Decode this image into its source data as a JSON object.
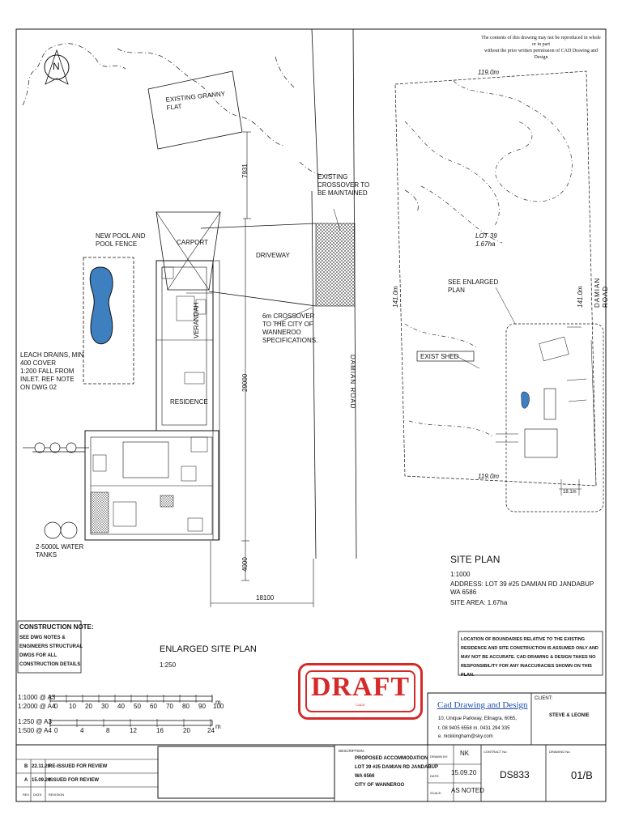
{
  "copyright": "The contents of this drawing may not be reproduced in whole or in part\nwithout the prior written permission of CAD Drawing and Design",
  "north_label": "N",
  "enlarged": {
    "granny_flat": "EXISTING GRANNY\nFLAT",
    "existing_crossover": "EXISTING\nCROSSOVER TO\nBE MAINTAINED",
    "carport": "CARPORT",
    "driveway": "DRIVEWAY",
    "pool": "NEW POOL AND\nPOOL FENCE",
    "crossover_6m": "6m CROSSOVER\nTO THE CITY OF\nWANNEROO\nSPECIFICATIONS.",
    "leach": "LEACH DRAINS, MIN\n400 COVER\n1:200 FALL FROM\nINLET. REF NOTE\nON DWG 02",
    "residence": "RESIDENCE",
    "verandah": "VERANDAH",
    "road": "DAMIAN ROAD",
    "tanks": "2-5000L WATER\nTANKS",
    "dim_7931": "7931",
    "dim_29000": "29000",
    "dim_4000": "4000",
    "dim_18100": "18100"
  },
  "site": {
    "top_dim": "119.0m",
    "bottom_dim": "119.0m",
    "left_dim": "141.0m",
    "right_dim": "141.0m",
    "road": "DAMIAN ROAD",
    "lot": "LOT 39\n1.67ha",
    "see_enlarged": "SEE ENLARGED\nPLAN",
    "exist_shed": "EXIST SHED",
    "dim_18": "18.1m"
  },
  "site_plan_title": {
    "title": "SITE PLAN",
    "scale": "1:1000",
    "address": "ADDRESS: LOT 39 #25 DAMIAN RD JANDABUP\nWA 6586",
    "area": "SITE AREA: 1.67ha"
  },
  "boundary_note": "LOCATION OF BOUNDARIES RELATIVE TO THE EXISTING\nRESIDENCE AND SITE CONSTRUCTION IS ASSUMED ONLY AND\nMAY NOT BE ACCURATE. CAD DRAWING & DESIGN TAKES NO\nRESPONSIBILITY FOR ANY INACCURACIES SHOWN ON THIS PLAN.",
  "construction_note": {
    "title": "CONSTRUCTION NOTE:",
    "body": "SEE DWG NOTES &\nENGINEERS STRUCTURAL\nDWGS FOR ALL\nCONSTRUCTION DETAILS"
  },
  "enlarged_title": {
    "title": "ENLARGED SITE PLAN",
    "scale": "1:250"
  },
  "stamp": "DRAFT",
  "stamp_sub": "CADD",
  "scale_bar": {
    "top_labels": [
      "1:1000 @ A3",
      "1:2000 @ A4"
    ],
    "bottom_labels": [
      "1:250 @ A3",
      "1:500 @ A4"
    ],
    "top_ticks": [
      "0",
      "10",
      "20",
      "30",
      "40",
      "50",
      "60",
      "70",
      "80",
      "90",
      "100"
    ],
    "bottom_ticks": [
      "0",
      "4",
      "8",
      "12",
      "16",
      "20",
      "24"
    ],
    "unit": "m"
  },
  "company": {
    "name": "Cad Drawing and Design",
    "address": "10, Unique Parkway, Ellnagra, 6065,",
    "phone": "t. 08 9405 6558     m. 0431 294 335",
    "email": "e. nickkingham@sky.com"
  },
  "client": {
    "label": "CLIENT:",
    "name": "STEVE & LEONIE"
  },
  "revisions": [
    {
      "rev": "B",
      "date": "22.11.20",
      "desc": "RE-ISSUED FOR REVIEW"
    },
    {
      "rev": "A",
      "date": "15.09.20",
      "desc": "ISSUED FOR REVIEW"
    }
  ],
  "rev_headers": [
    "REV",
    "DATE",
    "REVISION"
  ],
  "description": {
    "label": "DESCRIPTION:",
    "lines": "PROPOSED ACCOMMODATION\nLOT 39 #25 DAMIAN RD JANDABUP\nWA 6566\nCITY OF WANNEROO"
  },
  "drawn_by": {
    "label": "DRAWN BY:",
    "value": "NK"
  },
  "date": {
    "label": "DATE:",
    "value": "15.09.20"
  },
  "scale": {
    "label": "SCALE:",
    "value": "AS NOTED"
  },
  "contract": {
    "label": "CONTRACT No:",
    "value": "DS833"
  },
  "drawing": {
    "label": "DRAWING No:",
    "value": "01/B"
  }
}
